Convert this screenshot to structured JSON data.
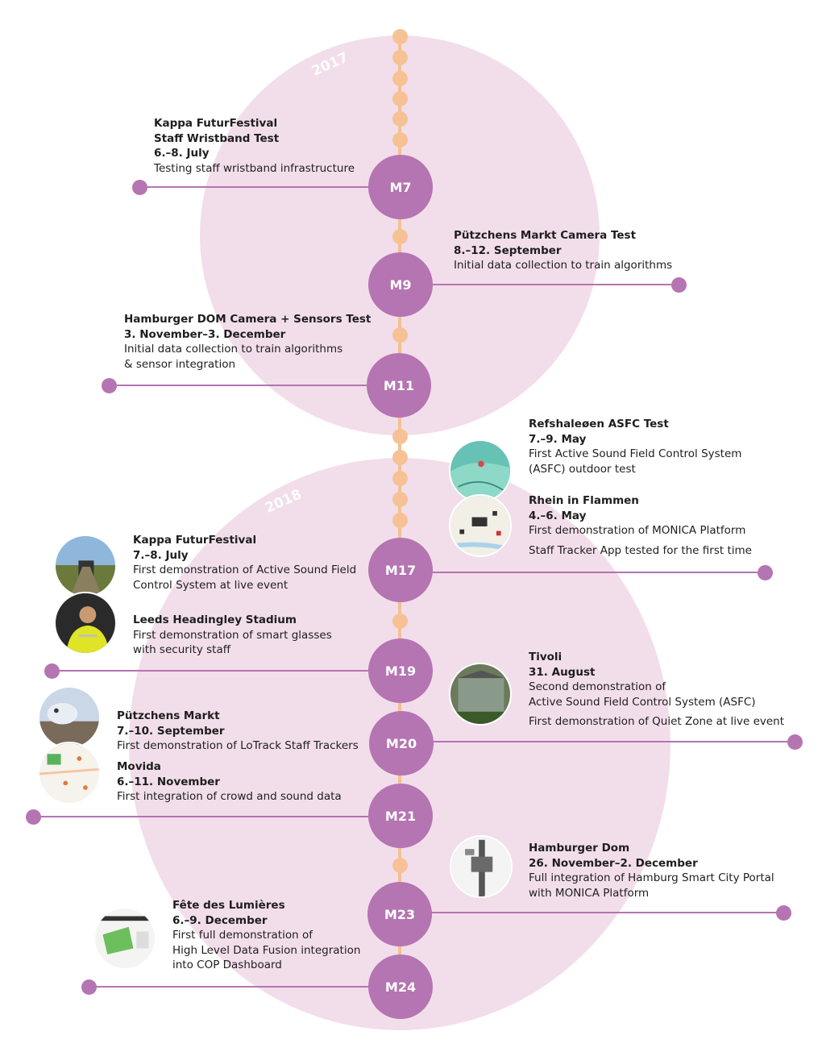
{
  "years": {
    "first": "2017",
    "second": "2018"
  },
  "milestones": {
    "m7": "M7",
    "m9": "M9",
    "m11": "M11",
    "m17": "M17",
    "m19": "M19",
    "m20": "M20",
    "m21": "M21",
    "m23": "M23",
    "m24": "M24"
  },
  "events": {
    "kappa2017": {
      "title1": "Kappa FuturFestival",
      "title2": "Staff Wristband Test",
      "date": "6.–8. July",
      "desc1": "Testing staff wristband infrastructure"
    },
    "puetzchens2017": {
      "title1": "Pützchens Markt Camera Test",
      "date": "8.–12. September",
      "desc1": "Initial data collection to train algorithms"
    },
    "hamburg2017": {
      "title1": "Hamburger DOM Camera + Sensors Test",
      "date": "3. November–3. December",
      "desc1": "Initial data collection to train algorithms",
      "desc2": "& sensor integration"
    },
    "refshaleoen": {
      "title1": "Refshaleøen ASFC Test",
      "date": "7.–9. May",
      "desc1": "First Active Sound Field Control System",
      "desc2": "(ASFC) outdoor test"
    },
    "rhein": {
      "title1": "Rhein in Flammen",
      "date": "4.–6. May",
      "desc1": "First demonstration of MONICA Platform",
      "extra": "Staff Tracker App tested for the first time"
    },
    "kappa2018": {
      "title1": "Kappa FuturFestival",
      "date": "7.–8. July",
      "desc1": "First demonstration of Active Sound Field",
      "desc2": "Control System at live event"
    },
    "leeds": {
      "title1": "Leeds Headingley Stadium",
      "desc1": "First demonstration of smart glasses",
      "desc2": "with security staff"
    },
    "tivoli": {
      "title1": "Tivoli",
      "date": "31. August",
      "desc1": "Second demonstration of",
      "desc2": "Active Sound Field Control System (ASFC)",
      "extra": "First demonstration of Quiet Zone at live event"
    },
    "puetzchens2018": {
      "title1": "Pützchens Markt",
      "date": "7.–10. September",
      "desc1": "First demonstration of LoTrack Staff Trackers"
    },
    "movida": {
      "title1": "Movida",
      "date": "6.–11. November",
      "desc1": "First integration of crowd and sound data"
    },
    "hamburg2018": {
      "title1": "Hamburger Dom",
      "date": "26. November–2. December",
      "desc1": "Full integration of Hamburg Smart City Portal",
      "desc2": "with MONICA Platform"
    },
    "fete": {
      "title1": "Fête des Lumières",
      "date": "6.–9. December",
      "desc1": "First full demonstration of",
      "desc2": "High Level Data Fusion integration",
      "desc3": "into COP Dashboard"
    }
  },
  "colors": {
    "milestone": "#b574b2",
    "spine": "#f4c18f",
    "dot": "#f6c295",
    "year_bg": "#f2deea"
  }
}
